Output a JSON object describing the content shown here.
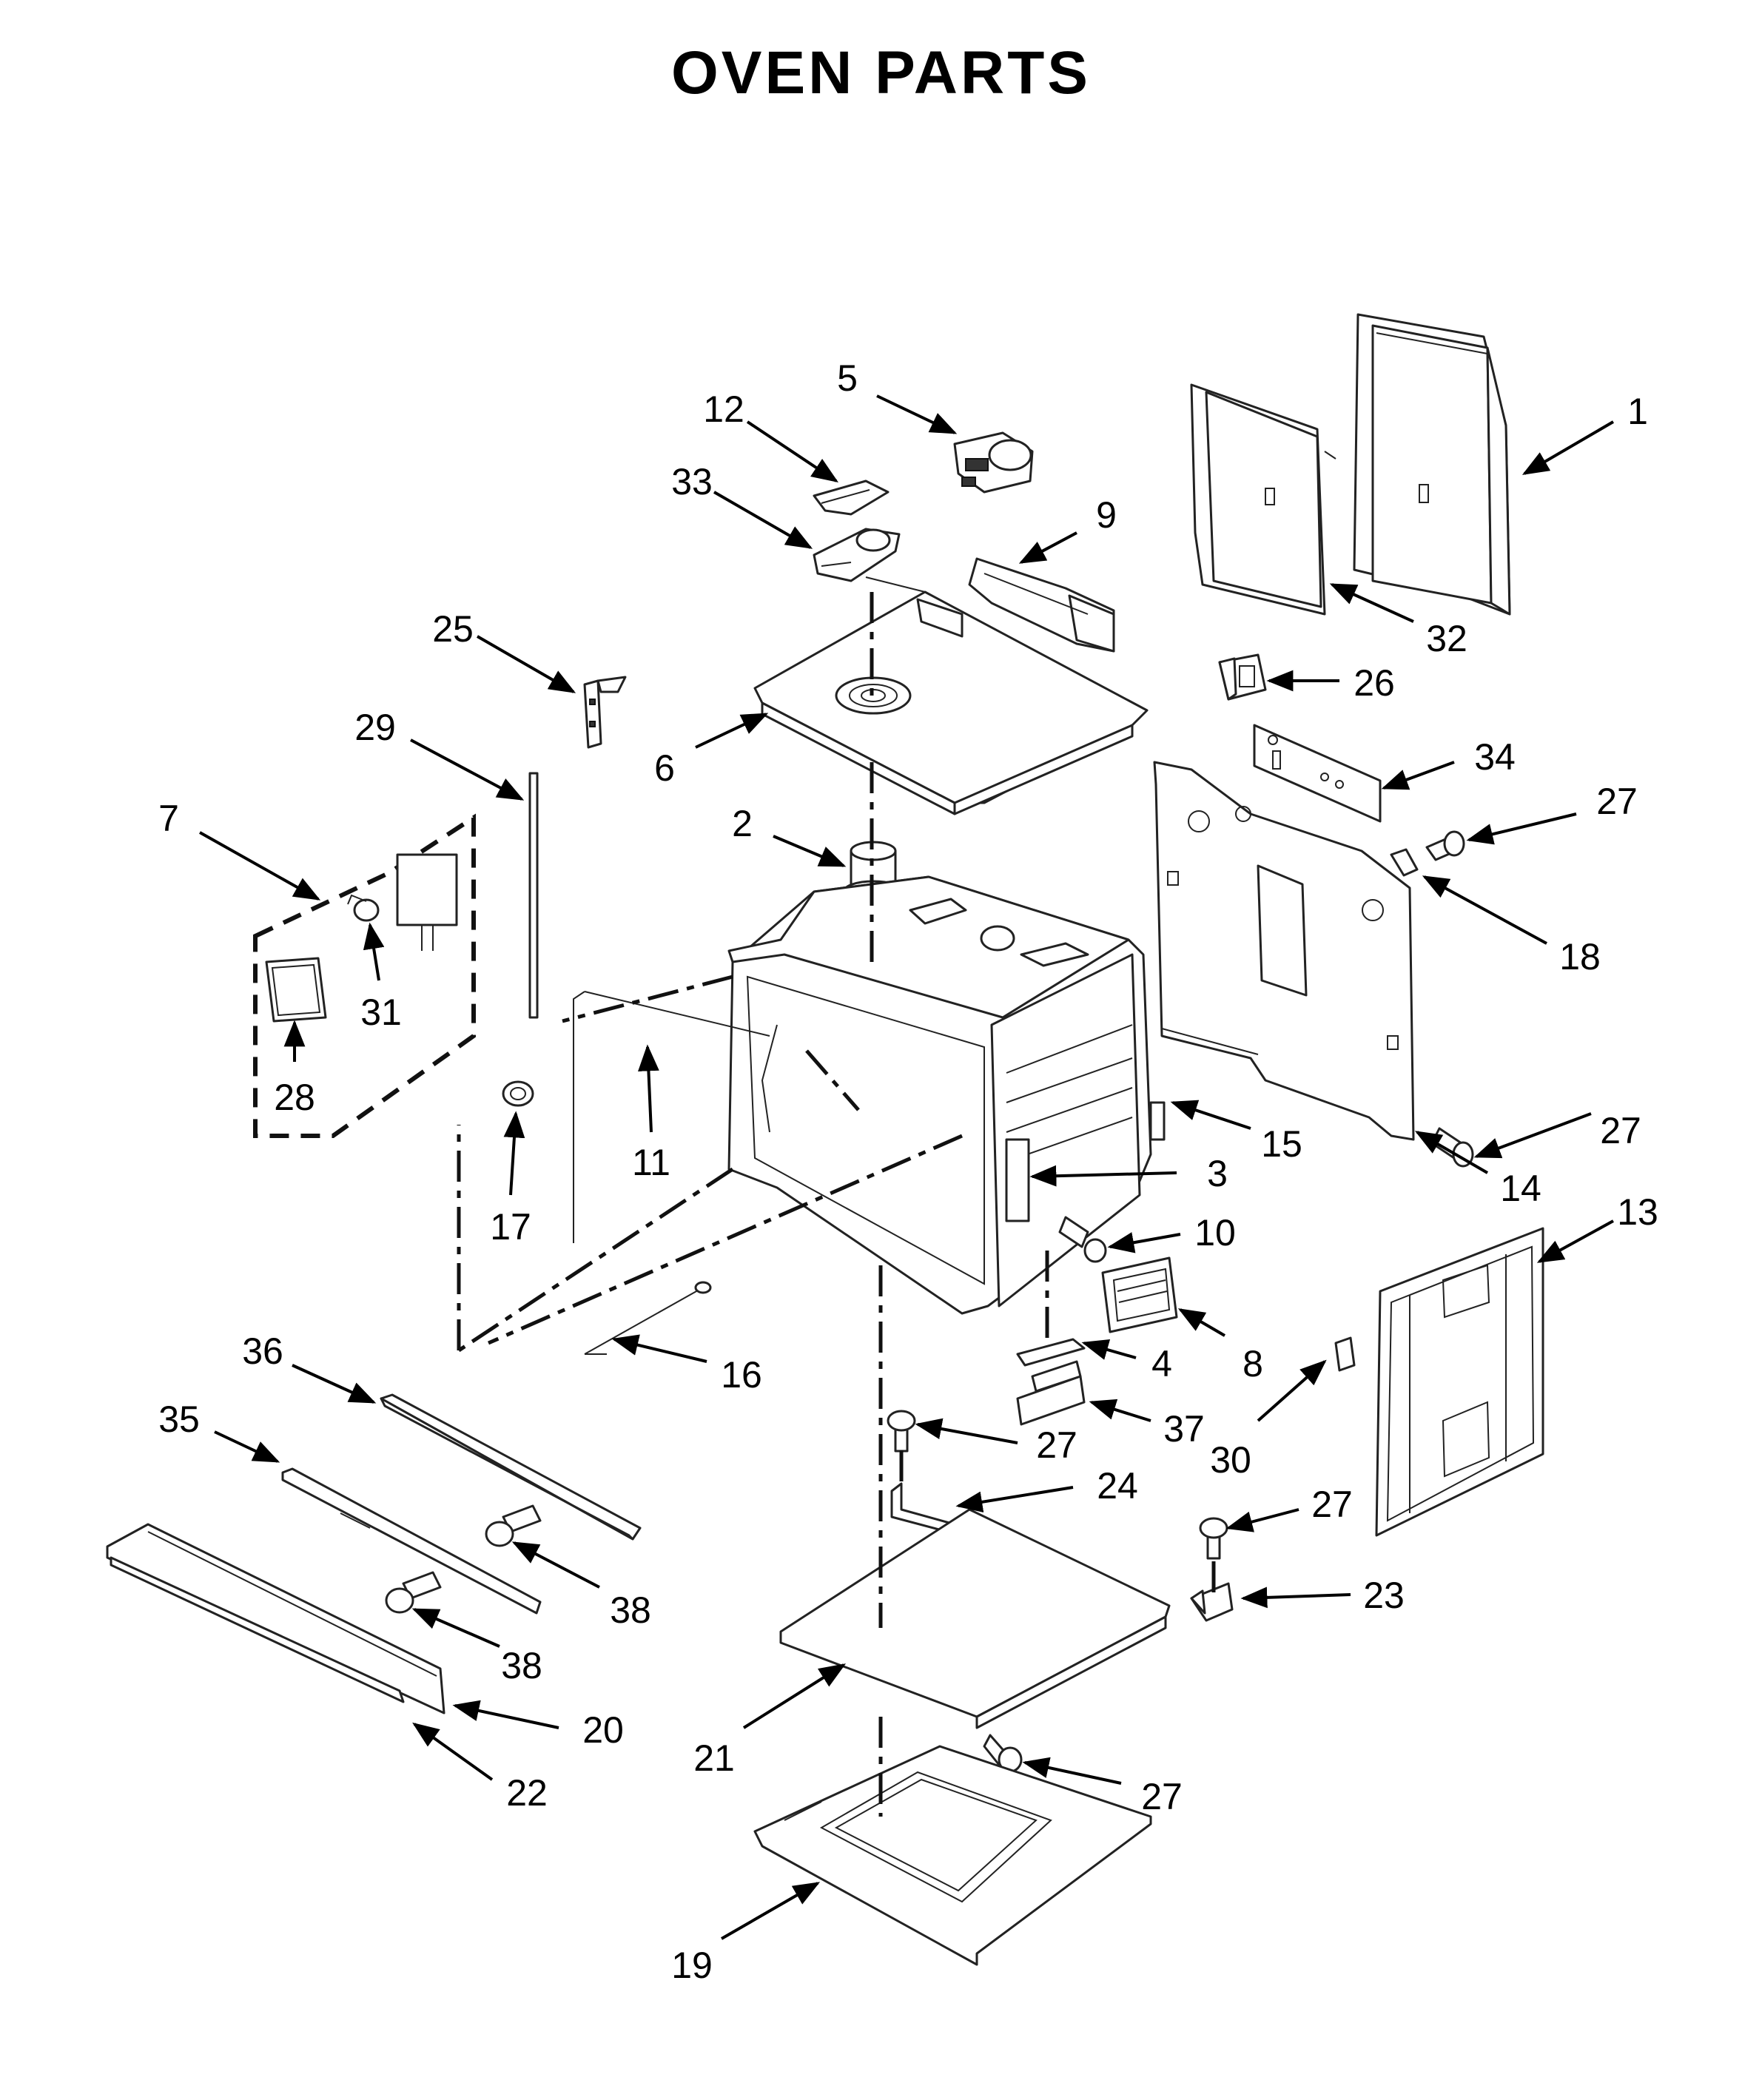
{
  "title": "OVEN PARTS",
  "callouts": [
    "1",
    "2",
    "3",
    "4",
    "5",
    "6",
    "7",
    "8",
    "9",
    "10",
    "11",
    "12",
    "13",
    "14",
    "15",
    "16",
    "17",
    "18",
    "19",
    "20",
    "21",
    "22",
    "23",
    "24",
    "25",
    "26",
    "27",
    "28",
    "29",
    "30",
    "31",
    "32",
    "33",
    "34",
    "35",
    "36",
    "37",
    "38"
  ]
}
